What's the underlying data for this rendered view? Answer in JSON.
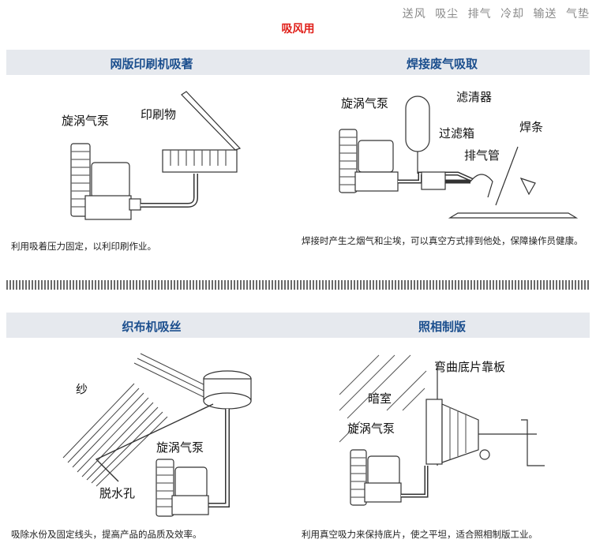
{
  "header": {
    "links": [
      "送风",
      "吸尘",
      "排气",
      "冷却",
      "输送",
      "气垫"
    ],
    "title": "吸风用"
  },
  "panels": {
    "printing": {
      "title": "网版印刷机吸著",
      "label_pump": "旋涡气泵",
      "label_press": "印刷物",
      "desc": "利用吸着压力固定，以利印刷作业。"
    },
    "welding": {
      "title": "焊接废气吸取",
      "label_pump": "旋涡气泵",
      "label_filter": "滤清器",
      "label_box": "过滤箱",
      "label_pipe": "排气管",
      "label_rod": "焊条",
      "desc": "焊接时产生之烟气和尘埃，可以真空方式排到他处，保障操作员健康。"
    },
    "weaving": {
      "title": "织布机吸丝",
      "label_yarn": "纱",
      "label_pump": "旋涡气泵",
      "label_hole": "脱水孔",
      "desc": "吸除水份及固定线头，提高产品的品质及效率。"
    },
    "photo": {
      "title": "照相制版",
      "label_board": "弯曲底片靠板",
      "label_dark": "暗室",
      "label_pump": "旋涡气泵",
      "desc": "利用真空吸力来保持底片，使之平坦，适合照相制版工业。"
    }
  }
}
